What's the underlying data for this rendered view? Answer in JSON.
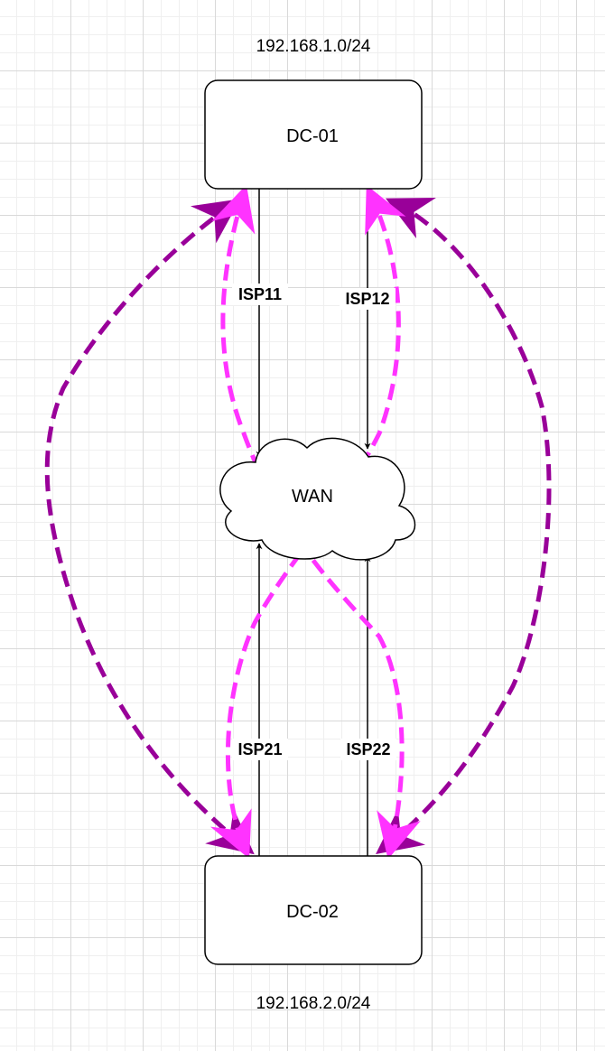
{
  "nodes": {
    "dc01": {
      "label": "DC-01",
      "subnet": "192.168.1.0/24"
    },
    "dc02": {
      "label": "DC-02",
      "subnet": "192.168.2.0/24"
    },
    "wan": {
      "label": "WAN"
    }
  },
  "links": {
    "isp11": "ISP11",
    "isp12": "ISP12",
    "isp21": "ISP21",
    "isp22": "ISP22"
  },
  "colors": {
    "link": "#000000",
    "outer_path": "#990099",
    "inner_path": "#ff33ff",
    "grid_major": "#d9d9d9",
    "grid_minor": "#efefef"
  }
}
